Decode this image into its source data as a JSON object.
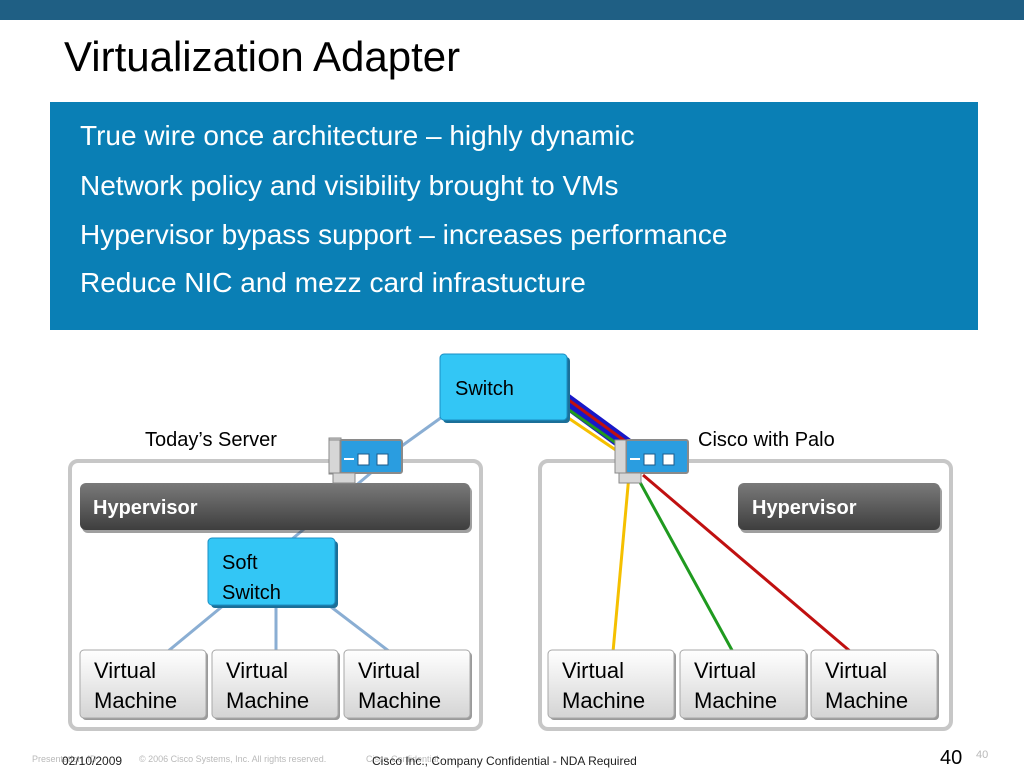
{
  "slide": {
    "title": "Virtualization Adapter",
    "bullets": [
      "True wire once architecture – highly dynamic",
      "Network policy and visibility brought to VMs",
      "Hypervisor bypass support – increases performance",
      "Reduce NIC and mezz card infrastucture"
    ]
  },
  "diagram": {
    "switch_label": "Switch",
    "left_server_label": "Today’s Server",
    "right_server_label": "Cisco with Palo",
    "hypervisor_label": "Hypervisor",
    "soft_switch_line1": "Soft",
    "soft_switch_line2": "Switch",
    "vm_line1": "Virtual",
    "vm_line2": "Machine",
    "colors": {
      "box_blue": "#33c6f5",
      "hypervisor_gray": "#5a5a5a",
      "link_blue": "#8aaed3",
      "vnic_yellow": "#f5c000",
      "vnic_green": "#1f9a1f",
      "vnic_red": "#c01010",
      "bundle_blue": "#1818c8"
    }
  },
  "footer": {
    "faint_left": "Presentation_ID",
    "date": "02/10/2009",
    "copyright": "© 2006 Cisco Systems, Inc. All rights reserved.",
    "faint_mid": "Cisco Confidential",
    "confidential": "Cisco Inc., Company Confidential - NDA Required",
    "page_big": "40",
    "page_small": "40"
  }
}
